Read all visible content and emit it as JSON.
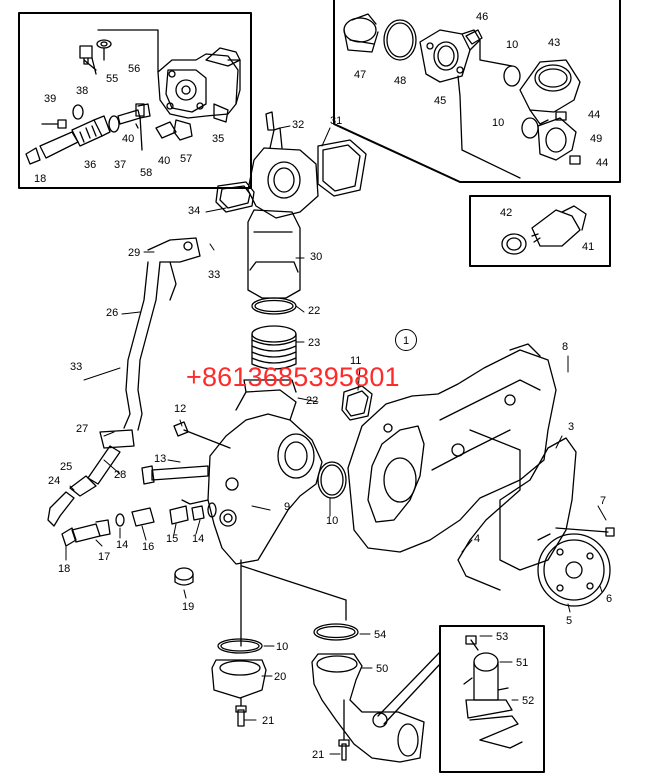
{
  "colors": {
    "line": "#000000",
    "watermark": "#ff2a2a",
    "background": "#ffffff"
  },
  "watermark": "+8613685395801",
  "view_marker": "1",
  "callouts": [
    {
      "id": "c46",
      "text": "46"
    },
    {
      "id": "c10a",
      "text": "10"
    },
    {
      "id": "c43",
      "text": "43"
    },
    {
      "id": "c47",
      "text": "47"
    },
    {
      "id": "c48",
      "text": "48"
    },
    {
      "id": "c45",
      "text": "45"
    },
    {
      "id": "c44a",
      "text": "44"
    },
    {
      "id": "c10b",
      "text": "10"
    },
    {
      "id": "c49",
      "text": "49"
    },
    {
      "id": "c44b",
      "text": "44"
    },
    {
      "id": "c56",
      "text": "56"
    },
    {
      "id": "c55",
      "text": "55"
    },
    {
      "id": "c39",
      "text": "39"
    },
    {
      "id": "c38",
      "text": "38"
    },
    {
      "id": "c40a",
      "text": "40"
    },
    {
      "id": "c35",
      "text": "35"
    },
    {
      "id": "c18a",
      "text": "18"
    },
    {
      "id": "c36",
      "text": "36"
    },
    {
      "id": "c37",
      "text": "37"
    },
    {
      "id": "c58",
      "text": "58"
    },
    {
      "id": "c40b",
      "text": "40"
    },
    {
      "id": "c57",
      "text": "57"
    },
    {
      "id": "c42",
      "text": "42"
    },
    {
      "id": "c41",
      "text": "41"
    },
    {
      "id": "c32",
      "text": "32"
    },
    {
      "id": "c31",
      "text": "31"
    },
    {
      "id": "c34",
      "text": "34"
    },
    {
      "id": "c29",
      "text": "29"
    },
    {
      "id": "c33a",
      "text": "33"
    },
    {
      "id": "c30",
      "text": "30"
    },
    {
      "id": "c22a",
      "text": "22"
    },
    {
      "id": "c26",
      "text": "26"
    },
    {
      "id": "c23",
      "text": "23"
    },
    {
      "id": "c33b",
      "text": "33"
    },
    {
      "id": "c11",
      "text": "11"
    },
    {
      "id": "c8",
      "text": "8"
    },
    {
      "id": "c22b",
      "text": "22"
    },
    {
      "id": "c12",
      "text": "12"
    },
    {
      "id": "c27",
      "text": "27"
    },
    {
      "id": "c3",
      "text": "3"
    },
    {
      "id": "c13",
      "text": "13"
    },
    {
      "id": "c25",
      "text": "25"
    },
    {
      "id": "c28",
      "text": "28"
    },
    {
      "id": "c24",
      "text": "24"
    },
    {
      "id": "c9",
      "text": "9"
    },
    {
      "id": "c7",
      "text": "7"
    },
    {
      "id": "c10c",
      "text": "10"
    },
    {
      "id": "c14a",
      "text": "14"
    },
    {
      "id": "c16",
      "text": "16"
    },
    {
      "id": "c15",
      "text": "15"
    },
    {
      "id": "c14b",
      "text": "14"
    },
    {
      "id": "c4",
      "text": "4"
    },
    {
      "id": "c18b",
      "text": "18"
    },
    {
      "id": "c17",
      "text": "17"
    },
    {
      "id": "c6",
      "text": "6"
    },
    {
      "id": "c19",
      "text": "19"
    },
    {
      "id": "c5",
      "text": "5"
    },
    {
      "id": "c53",
      "text": "53"
    },
    {
      "id": "c10d",
      "text": "10"
    },
    {
      "id": "c54",
      "text": "54"
    },
    {
      "id": "c51",
      "text": "51"
    },
    {
      "id": "c20",
      "text": "20"
    },
    {
      "id": "c50",
      "text": "50"
    },
    {
      "id": "c52",
      "text": "52"
    },
    {
      "id": "c21a",
      "text": "21"
    },
    {
      "id": "c21b",
      "text": "21"
    }
  ]
}
